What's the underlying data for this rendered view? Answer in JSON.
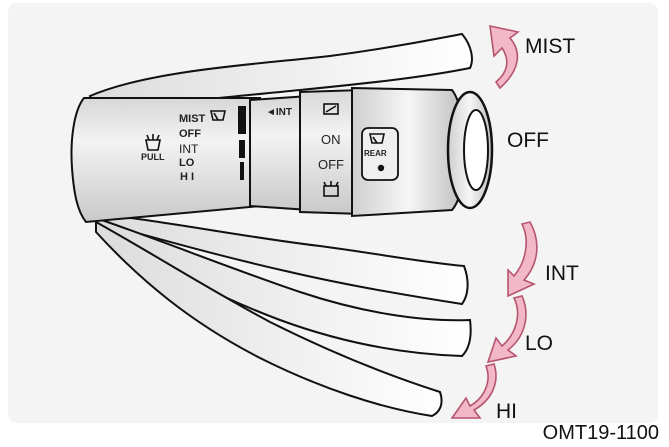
{
  "figure_code": "OMT19-1100",
  "positions": {
    "mist": "MIST",
    "off": "OFF",
    "int": "INT",
    "lo": "LO",
    "hi": "HI"
  },
  "stalk_markings": {
    "pull": "PULL",
    "mist": "MIST",
    "off": "OFF",
    "int": "INT",
    "lo": "LO",
    "hi": "H I",
    "int_arrow_label": "◄INT",
    "washer_on": "ON",
    "washer_off": "OFF",
    "rear": "REAR"
  },
  "colors": {
    "arrow_fill": "#f2b8c8",
    "arrow_stroke": "#b5556f",
    "outline": "#111111",
    "stalk_fill": "#e8e8e8",
    "background_panel": "#f4f4f4"
  },
  "icons": [
    "front-washer-pull-icon",
    "front-wiper-icon",
    "rear-wiper-icon",
    "rear-washer-icon",
    "intermittent-speed-bars-icon"
  ]
}
